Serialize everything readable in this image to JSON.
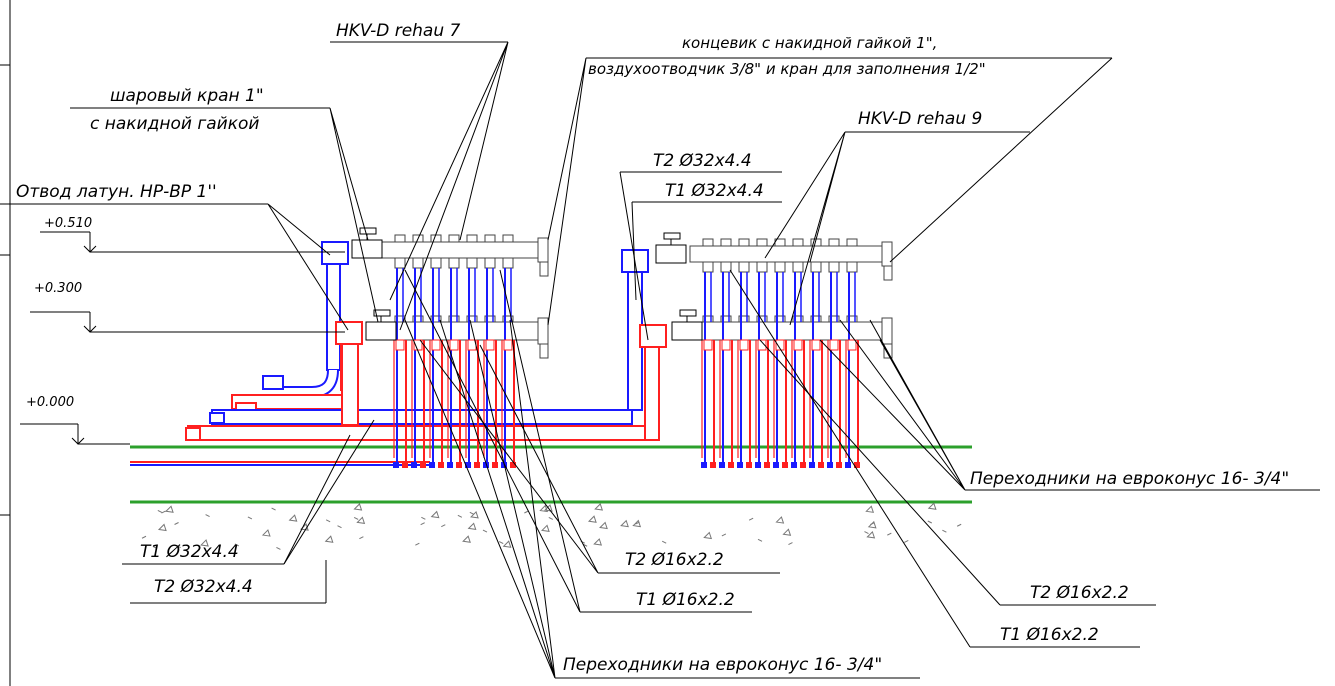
{
  "labels": {
    "hkv7": "HKV-D rehau 7",
    "hkv9": "HKV-D rehau 9",
    "endcap_line1": "концевик  с накидной гайкой 1\",",
    "endcap_line2": "воздухоотводчик 3/8\" и кран для заполнения 1/2\"",
    "ballvalve_line1": "шаровый кран 1\"",
    "ballvalve_line2": "с накидной гайкой",
    "elbow": "Отвод латун. НР-ВР 1''",
    "t2_32_top": "Т2  Ø32х4.4",
    "t1_32_top": "Т1  Ø32х4.4",
    "t1_32_bottom": "Т1  Ø32х4.4",
    "t2_32_bottom": "Т2  Ø32х4.4",
    "t2_16_left": "Т2  Ø16х2.2",
    "t1_16_left": "Т1  Ø16х2.2",
    "t2_16_right": "Т2  Ø16х2.2",
    "t1_16_right": "Т1  Ø16х2.2",
    "adapters_right": "Переходники на евроконус 16- 3/4\"",
    "adapters_bottom": "Переходники на евроконус 16- 3/4\""
  },
  "levels": {
    "l510": "+0.510",
    "l300": "+0.300",
    "l000": "+0.000"
  },
  "colors": {
    "supply": "#ff2020",
    "return": "#1a1aff",
    "floor": "#2ca02c",
    "pipe_grey": "#888888"
  }
}
